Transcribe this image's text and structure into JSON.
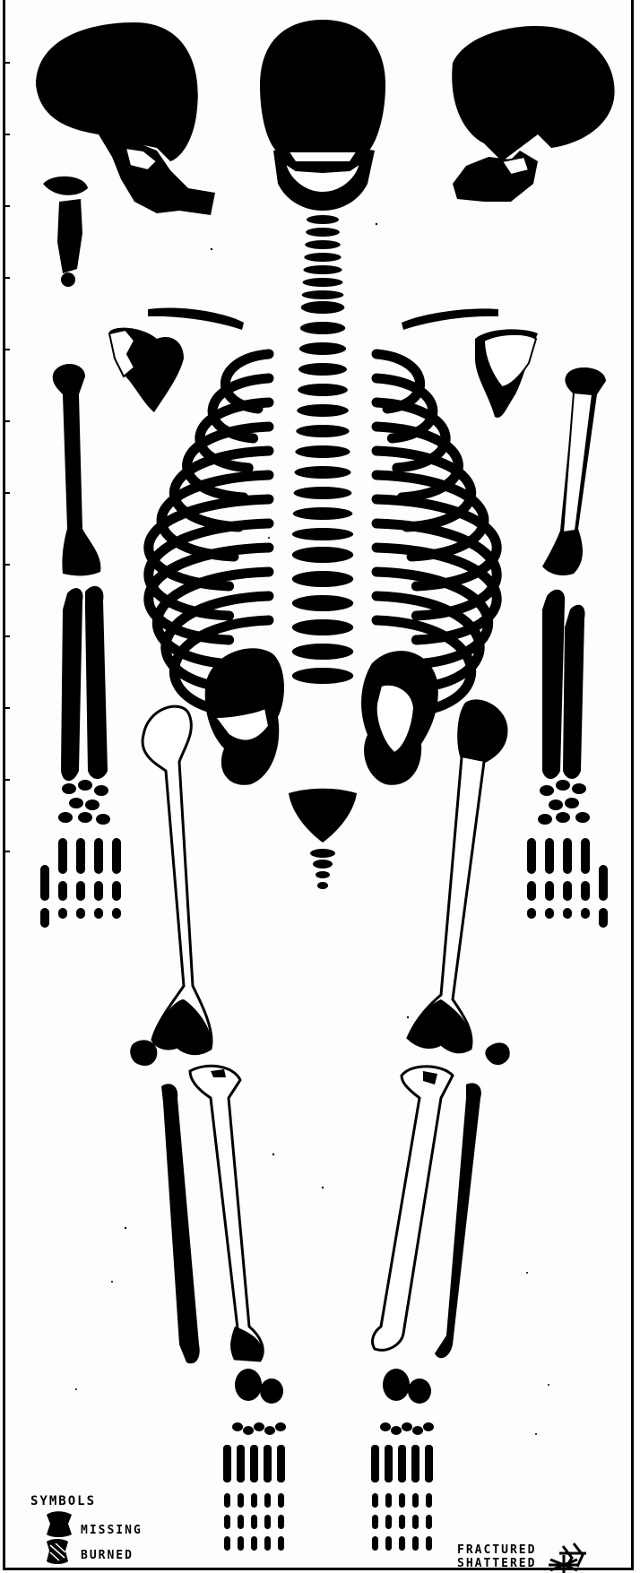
{
  "legend": {
    "title": "SYMBOLS",
    "items": [
      {
        "label": "MISSING",
        "icon": "missing-symbol-icon",
        "rendering": "solid black fill"
      },
      {
        "label": "BURNED",
        "icon": "burned-symbol-icon",
        "rendering": "hatched fill"
      },
      {
        "label": "FRACTURED",
        "icon": "fractured-symbol-icon",
        "rendering": "crack mark"
      },
      {
        "label": "SHATTERED",
        "icon": "shattered-symbol-icon",
        "rendering": "star burst mark"
      }
    ]
  },
  "colors": {
    "ink": "#000000",
    "paper": "#fdfdfb"
  }
}
